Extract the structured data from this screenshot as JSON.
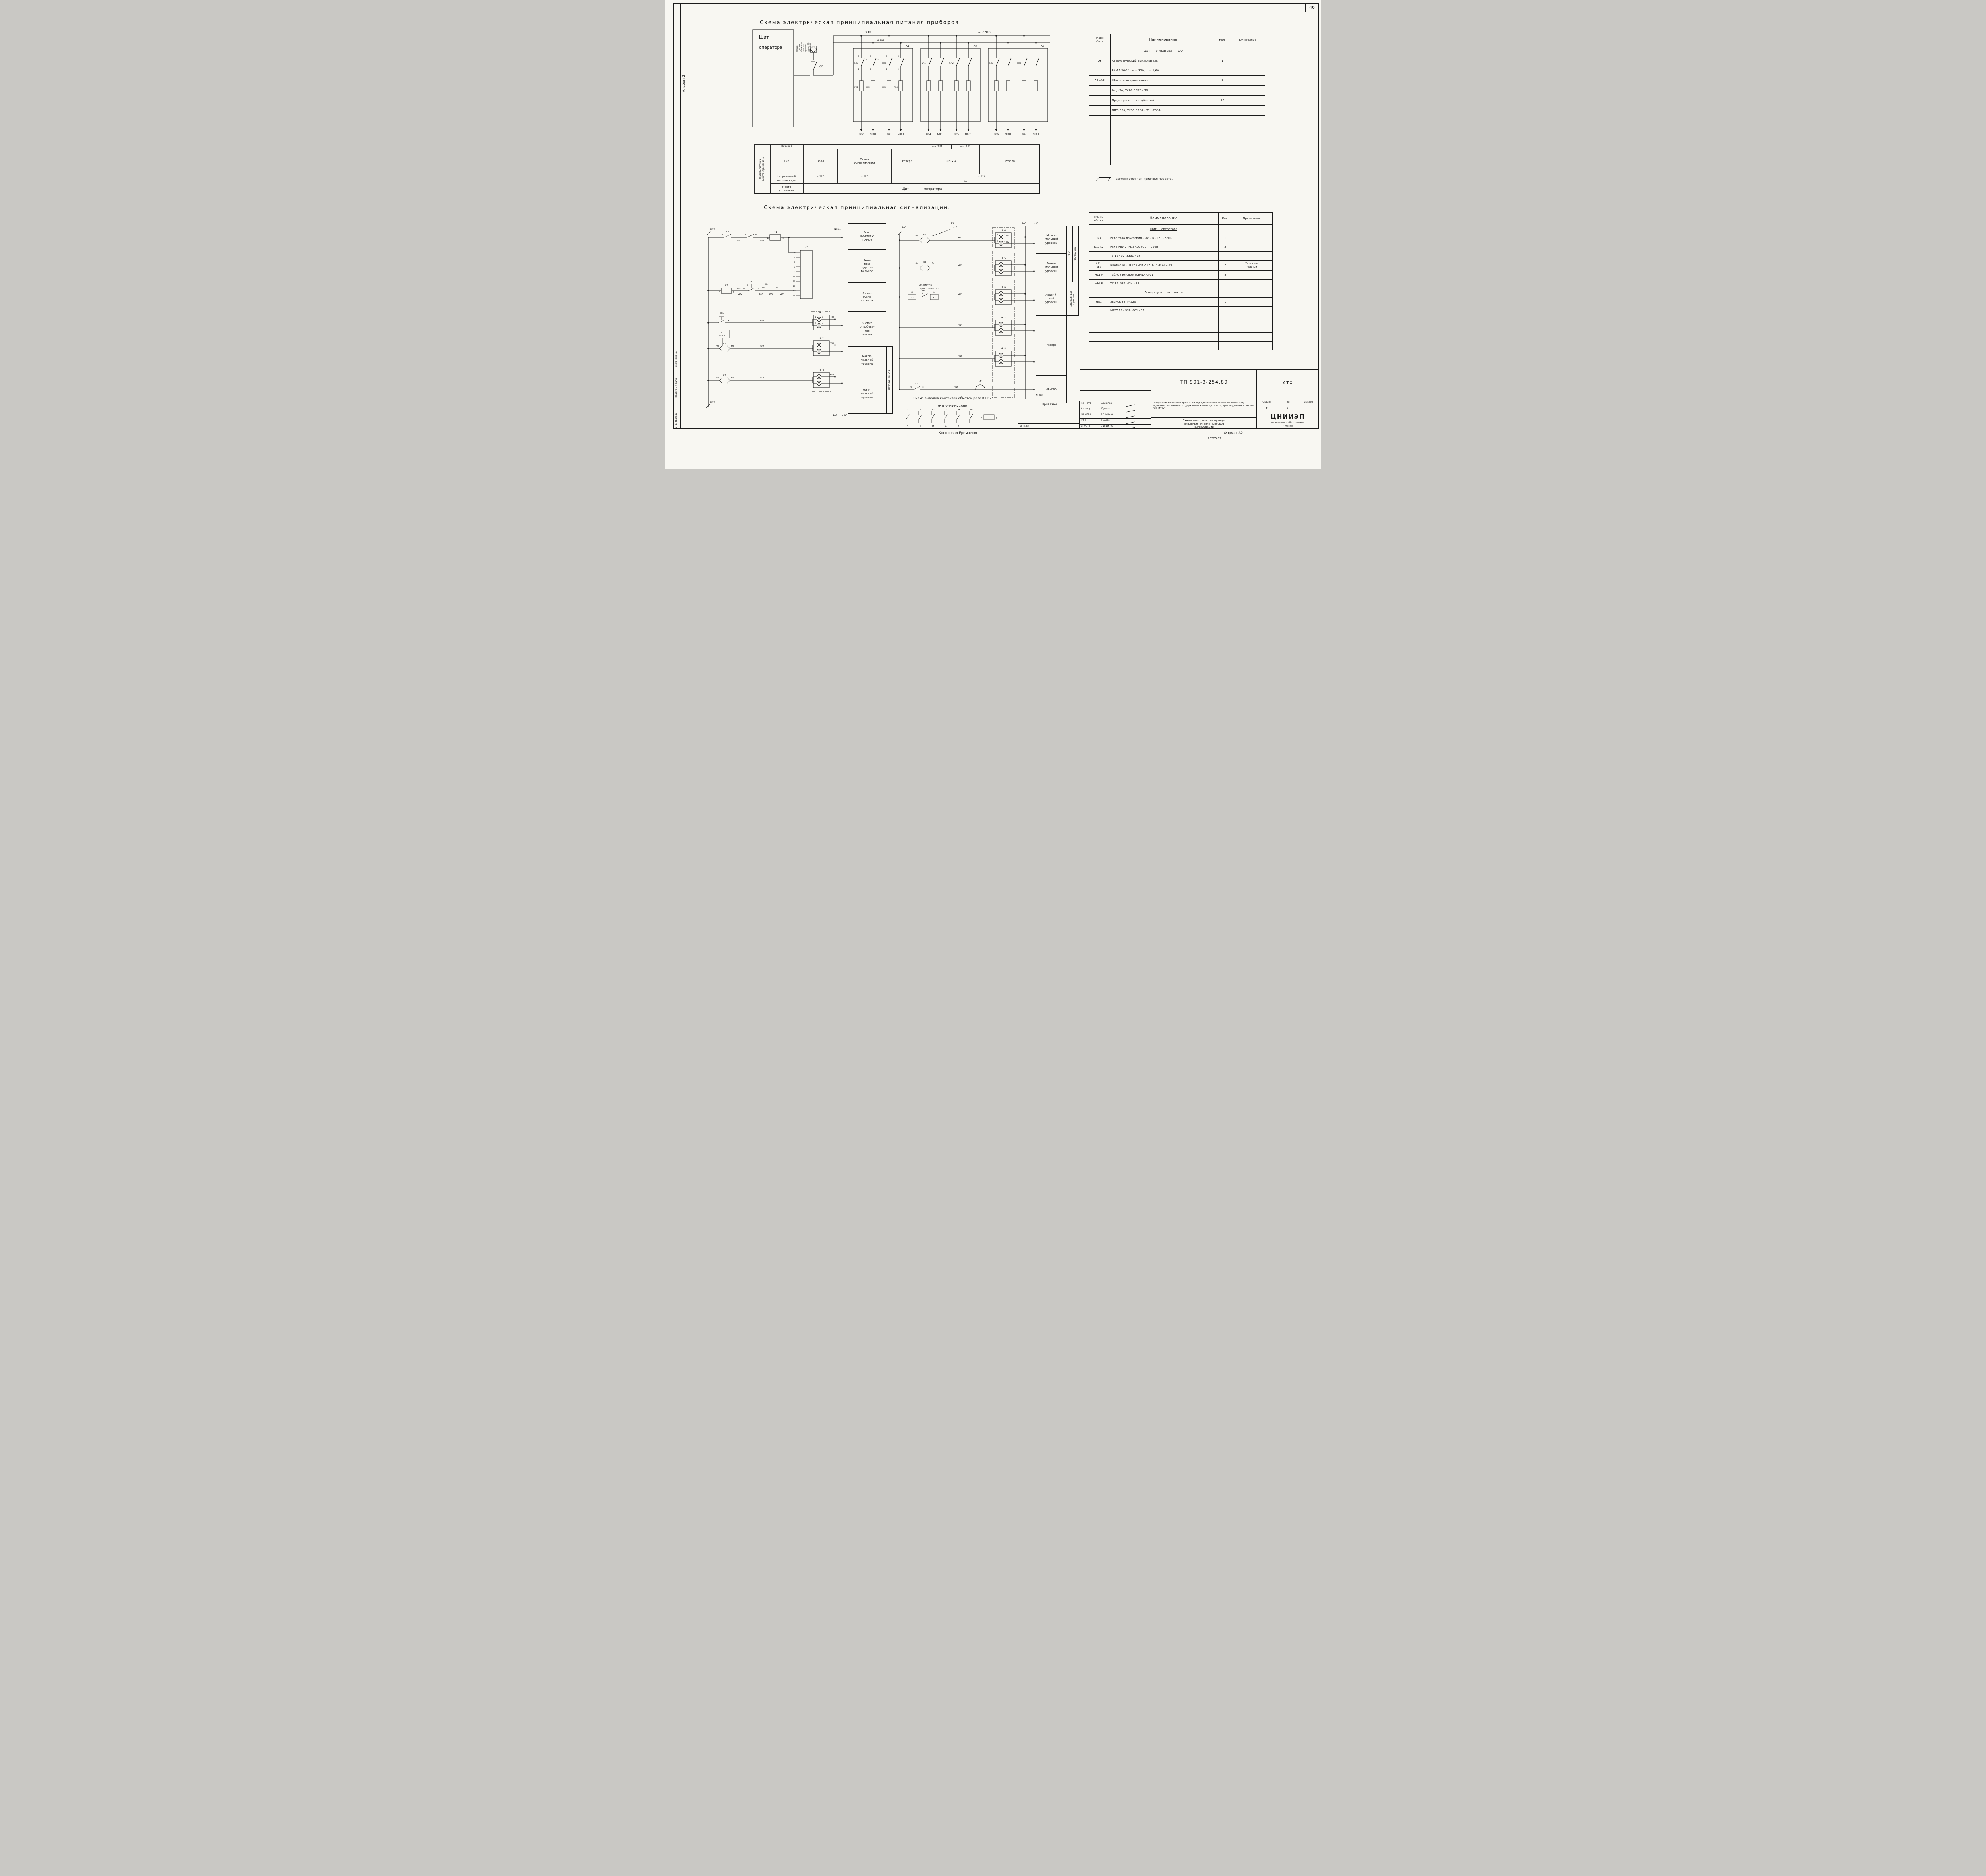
{
  "page": {
    "number": "46",
    "album": "Альбом 2",
    "stamp1": "Взам. инв. №",
    "stamp2": "Подпись и дата",
    "stamp3": "Инв. № подл.",
    "copied": "Копировал  Еремченко",
    "format": "Формат А2",
    "order": "23525-02"
  },
  "titles": {
    "power": "Схема  электрическая  принципиальная  питания  приборов.",
    "signal": "Схема  электрическая  принципиальная  сигнализации.",
    "note": "– заполняется  при  привязке  проекта."
  },
  "power": {
    "panel": "Щит\n\nоператора",
    "feeder": "Здание\nстанции\nобезжеле-\nзивания\nЩит ЩО\nсекция ЭЗ\nА557-4,23",
    "bus800": "800",
    "bus220": "~ 220В",
    "busN": "N 801",
    "qf": "QF",
    "a1": "А1",
    "a2": "А2",
    "a3": "А3",
    "sa1": "SA1",
    "sa2": "SA2",
    "fu1": "FU1",
    "fu2": "FU2",
    "fu3": "FU3",
    "fu4": "FU4",
    "p1": "1",
    "p2": "2",
    "p3": "3",
    "p4": "4",
    "p5": "5",
    "p6": "6",
    "out": [
      "802",
      "N801",
      "803",
      "N801",
      "804",
      "N801",
      "805",
      "N801",
      "806",
      "N801",
      "807",
      "N801"
    ]
  },
  "chtab": {
    "side": "Характеристика\nэлектроприемника",
    "rPos": "Позиция",
    "rType": "Тип",
    "rVolt": "Напряжение В",
    "rPow": "Мощность ВА(Вт)",
    "rPlace": "Место\nустановки",
    "posR1": "поз. 3  Р1",
    "posR2": "поз. 3  Р2",
    "t1": "Ввод",
    "t2": "Схема\nсигнализации",
    "t3": "Резерв",
    "t4": "ЭРСУ-4",
    "t5": "Резерв",
    "v1": "~ 220",
    "v2": "~ 220",
    "v3": "~ 220",
    "pow": "15",
    "place": "Щит оператора"
  },
  "spec1": {
    "hPos": "Позиц.\nобозн.",
    "hName": "Наименование",
    "hQty": "Кол.",
    "hNote": "Примечание",
    "section": "Щит оператора ЩО",
    "r": [
      [
        "QF",
        "Автоматический  выключатель",
        "1",
        ""
      ],
      [
        "",
        "ВА-14-26-14,  Iк = 32А, Iр = 1,6А.",
        "",
        ""
      ],
      [
        "А1÷А3",
        "Щиток  электропитания",
        "3",
        ""
      ],
      [
        "",
        "Эщп-2м,  ТУ36. 1270 - 73.",
        "",
        ""
      ],
      [
        "",
        "Предохранитель  трубчатый",
        "12",
        ""
      ],
      [
        "",
        "ППТ- 10А,   ТУ36. 1101 - 71   ~250А",
        "",
        ""
      ]
    ]
  },
  "spec2": {
    "hPos": "Позиц\nобозн.",
    "hName": "Наименование",
    "hQty": "Кол.",
    "hNote": "Примечание",
    "section1": "Щит оператора",
    "r1": [
      [
        "К3",
        "Реле тока двустабильное  РТД-12, ~220В",
        "1",
        ""
      ],
      [
        "К1, К2",
        "Реле  РПУ-2- М16420 УЗБ  ~  220В",
        "2",
        ""
      ],
      [
        "",
        "ТУ 16 - 52. 3331 - 78",
        "",
        ""
      ],
      [
        "SБ1,\nSВ2",
        "Кнопка КЕ- 011УЗ исп.2  ТУ16. 526.407-79",
        "2",
        "Толкатель\nчерный"
      ],
      [
        "HL1÷",
        "Табло  световое  ТСБ-Ш-УЗ-01",
        "8",
        ""
      ],
      [
        "÷HL8",
        "ТУ 16. 535. 424 - 79",
        "",
        ""
      ]
    ],
    "section2": "Аппаратура  по  месту",
    "r2": [
      [
        "НА1",
        "Звонок   ЗВП - 220",
        "1",
        ""
      ],
      [
        "",
        "МРТУ  16 - 539.  401 - 71",
        "",
        ""
      ]
    ]
  },
  "sl": {
    "w002t": "002",
    "w002b": "002",
    "n801": "N801",
    "a4": "4",
    "k2c": "К2",
    "a2": "2",
    "w401": "401",
    "a13": "13",
    "a15": "15",
    "w402": "402",
    "k1coil": "К1",
    "ka": "А",
    "kb": "В",
    "k3": "К3",
    "k3p": [
      "1",
      "3",
      "5",
      "7",
      "9",
      "11",
      "13",
      "17",
      "19",
      "21"
    ],
    "k2coil": "К2",
    "k2a": "А",
    "k2b": "В",
    "w003": "003",
    "b13": "13",
    "sb2": "SВ2",
    "b17": "17",
    "b14": "14",
    "b40b": "40Б",
    "b16": "16",
    "bx1": "Х1",
    "w404": "404",
    "w405": "405",
    "w406": "406",
    "w407r": "407",
    "sb1": "SВ1",
    "c13": "13",
    "c14": "14",
    "w408": "408",
    "p1": "Р1",
    "p1pos": "поз. 3",
    "d4b": "4б",
    "dk1": "К1",
    "d5b": "5б",
    "w409": "409",
    "e4a": "4а",
    "ek3": "К3",
    "e5a": "5а",
    "w410": "410",
    "hl1": "HL1",
    "hl2": "HL2",
    "hl3": "HL3",
    "el1": "EL1",
    "el2": "EL2",
    "n1": "1",
    "n2": "2",
    "n3": "3",
    "n4": "4",
    "w407x": "407",
    "bot407": "407",
    "botN": "N 801",
    "boxes": [
      "Реле\nпромежу-\nточное",
      "Реле\nтока\nдвуста-\nбильное",
      "Кнопка\nсъема\nсигнала",
      "Кнопка\nопробова-\nния\nзвонка",
      "Макси-\nмальный\nуровень",
      "Мини-\nмальный\nуровень"
    ],
    "vlab": "Отстойник  №1"
  },
  "sr": {
    "w802": "802",
    "r407": "407",
    "rn801": "N801",
    "p2": "Р2",
    "p2pos": "поз. 3",
    "f4v": "4в",
    "fk1": "К1",
    "f5v": "5в",
    "w411": "411",
    "g4a": "4а",
    "gk3": "К3",
    "g5a": "5а",
    "w412": "412",
    "x3a": "х3",
    "x30": "30",
    "hk1": "К1",
    "x3b": "х3",
    "x43": "43",
    "w413": "413",
    "note1": "См. лист 46",
    "note2": "серия 7.901-2. В1",
    "w414": "414",
    "w415": "415",
    "j6": "6",
    "jk1": "К1",
    "j8": "8",
    "w416": "416",
    "ha1": "НА1",
    "nbot": "N 801",
    "hl4": "HL4",
    "hl5": "HL5",
    "hl6": "HL6",
    "hl7": "HL7",
    "hl8": "HL8",
    "el1": "EL1",
    "el2": "EL2",
    "boxes": [
      "Макси-\nмальный\nуровень",
      "Мини-\nмальный\nуровень",
      "Аварий-\nный\nуровень",
      "Резерв",
      "Звонок"
    ],
    "vn2": "№2",
    "votst": "Отстойник",
    "vdren": "Дренажный\nприямок"
  },
  "cd": {
    "t1": "Схема выводов контактов обмоток реле К1,К2",
    "t2": "(РПУ-2- М16420УЗБ)",
    "top": [
      "5",
      "7",
      "13",
      "15",
      "14",
      "16"
    ],
    "bot": [
      "3",
      "1",
      "11",
      "4",
      "2",
      ""
    ],
    "ca": "А",
    "cb": "В"
  },
  "tb": {
    "docno": "ТП 901-3-254.89",
    "dept": "АТХ",
    "priv": "Привязан",
    "inv": "Инв. №",
    "roles": [
      "Нач. отд",
      "Н.контр",
      "Гл. спец.",
      "ГЭП",
      "Инж. I к"
    ],
    "names": [
      "Данилов",
      "Гусева",
      "Гольцман",
      "Гусева",
      "Литвинов"
    ],
    "desc": "Сооружения по обороту промывной воды для станции обезжелезивания воды подземных источников с содержанием железа до 10 мг/л, производительностью 200 тыс. м³/сут",
    "sheet_title": "Схемы электрические принци-\nпиальные питания приборов\nсигнализации",
    "hStage": "Стадия",
    "hSheet": "Лист",
    "hSheets": "Листов",
    "vStage": "Р",
    "vSheet": "2",
    "vSheets": "",
    "org1": "ЦНИИЭП",
    "org2": "инженерного оборудования",
    "org3": "г. Москва"
  }
}
